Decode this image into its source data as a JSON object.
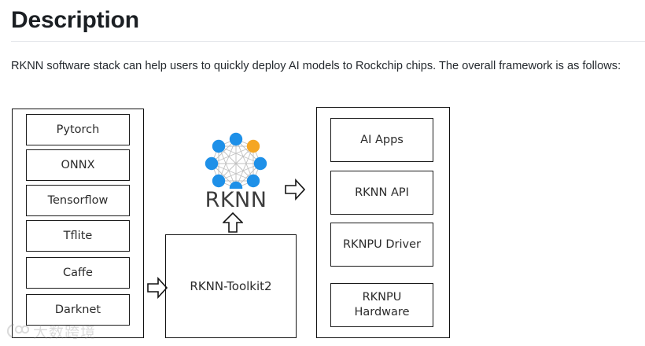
{
  "header": {
    "title": "Description"
  },
  "intro": {
    "paragraph": "RKNN software stack can help users to quickly deploy AI models to Rockchip chips. The overall framework is as follows:"
  },
  "diagram": {
    "frameworks_column": {
      "name": "model-frameworks",
      "items": [
        {
          "label": "Pytorch"
        },
        {
          "label": "ONNX"
        },
        {
          "label": "Tensorflow"
        },
        {
          "label": "Tflite"
        },
        {
          "label": "Caffe"
        },
        {
          "label": "Darknet"
        }
      ]
    },
    "toolkit": {
      "label": "RKNN-Toolkit2"
    },
    "logo": {
      "text": "RKNN",
      "node_color": "#1e90e8",
      "highlight_node_color": "#f5a623",
      "link_color": "#b9b9b9",
      "node_count": 8
    },
    "runtime_column": {
      "name": "rknpu-runtime-stack",
      "items": [
        {
          "label": "AI Apps"
        },
        {
          "label": "RKNN API"
        },
        {
          "label": "RKNPU Driver"
        },
        {
          "label": "RKNPU\nHardware"
        }
      ]
    },
    "arrows": [
      {
        "name": "arrow-frameworks-to-toolkit",
        "direction": "right"
      },
      {
        "name": "arrow-toolkit-to-logo",
        "direction": "up"
      },
      {
        "name": "arrow-logo-to-runtime",
        "direction": "right"
      }
    ]
  },
  "watermark": {
    "text": "大数跨境"
  }
}
